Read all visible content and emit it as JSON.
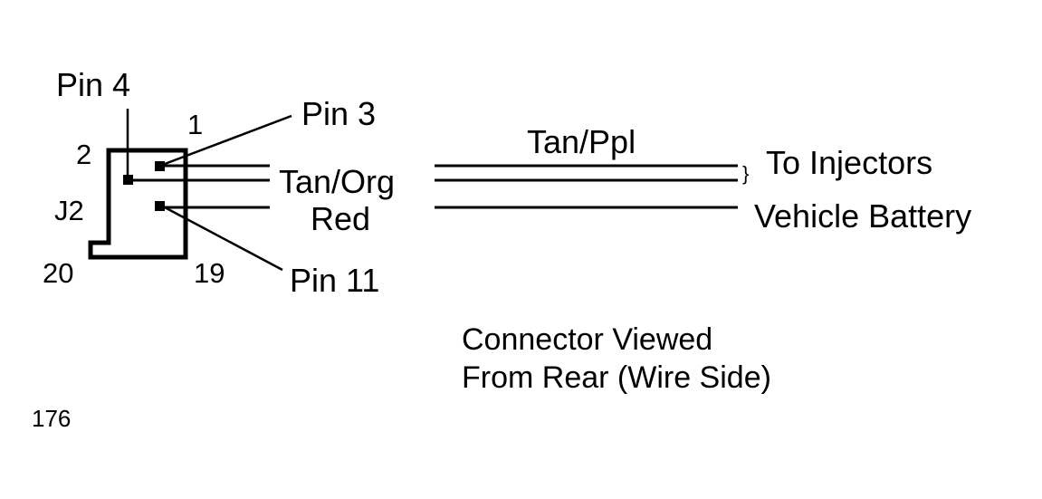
{
  "labels": {
    "pin4": "Pin 4",
    "pin3": "Pin 3",
    "pin11": "Pin 11",
    "cavity1": "1",
    "cavity2": "2",
    "cavity19": "19",
    "cavity20": "20",
    "connector": "J2",
    "wire_tan_org": "Tan/Org",
    "wire_red": "Red",
    "wire_tan_ppl": "Tan/Ppl",
    "to_injectors": "To Injectors",
    "vehicle_battery": "Vehicle Battery",
    "brace": "}"
  },
  "caption": {
    "line1": "Connector Viewed",
    "line2": "From Rear (Wire Side)"
  },
  "figure_number": "176",
  "colors": {
    "ink": "#000000",
    "background": "#ffffff"
  }
}
